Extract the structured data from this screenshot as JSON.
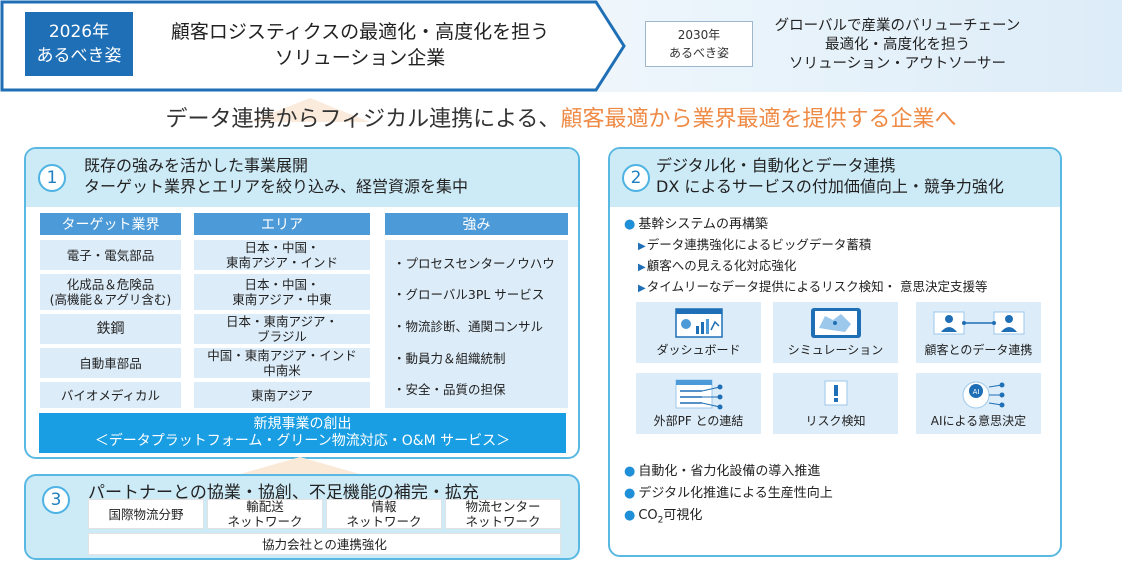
{
  "header": {
    "year_badge_line1": "2026年",
    "year_badge_line2": "あるべき姿",
    "title_line1": "顧客ロジスティクスの最適化・高度化を担う",
    "title_line2": "ソリューション企業",
    "badge2030_line1": "2030年",
    "badge2030_line2": "あるべき姿",
    "vision_line1": "グローバルで産業のバリューチェーン",
    "vision_line2": "最適化・高度化を担う",
    "vision_line3": "ソリューション・アウトソーサー"
  },
  "slogan": {
    "prefix": "データ連携からフィジカル連携による、",
    "accent": "顧客最適から業界最適を提供する企業へ"
  },
  "panel1": {
    "number": "1",
    "title_line1": "既存の強みを活かした事業展開",
    "title_line2": "ターゲット業界とエリアを絞り込み、経営資源を集中",
    "headers": {
      "industry": "ターゲット業界",
      "area": "エリア",
      "strength": "強み"
    },
    "industries": [
      {
        "line1": "電子・電気部品",
        "line2": ""
      },
      {
        "line1": "化成品＆危険品",
        "line2": "(高機能＆アグリ含む)"
      },
      {
        "line1": "鉄鋼",
        "line2": ""
      },
      {
        "line1": "自動車部品",
        "line2": ""
      },
      {
        "line1": "バイオメディカル",
        "line2": ""
      }
    ],
    "areas": [
      {
        "line1": "日本・中国・",
        "line2": "東南アジア・インド"
      },
      {
        "line1": "日本・中国・",
        "line2": "東南アジア・中東"
      },
      {
        "line1": "日本・東南アジア・",
        "line2": "ブラジル"
      },
      {
        "line1": "中国・東南アジア・インド",
        "line2": "中南米"
      },
      {
        "line1": "東南アジア",
        "line2": ""
      }
    ],
    "strengths": [
      "・プロセスセンターノウハウ",
      "・グローバル3PL サービス",
      "・物流診断、通関コンサル",
      "・動員力＆組織統制",
      "・安全・品質の担保"
    ],
    "new_business_line1": "新規事業の創出",
    "new_business_line2": "＜データプラットフォーム・グリーン物流対応・O&M サービス＞"
  },
  "panel3": {
    "number": "3",
    "title": "パートナーとの協業・協創、不足機能の補完・拡充",
    "cells": [
      {
        "line1": "国際物流分野",
        "line2": ""
      },
      {
        "line1": "輸配送",
        "line2": "ネットワーク"
      },
      {
        "line1": "情報",
        "line2": "ネットワーク"
      },
      {
        "line1": "物流センター",
        "line2": "ネットワーク"
      }
    ],
    "bottom": "協力会社との連携強化"
  },
  "panel2": {
    "number": "2",
    "title_line1": "デジタル化・自動化とデータ連携",
    "title_line2": "DX によるサービスの付加価値向上・競争力強化",
    "main_bullet": "基幹システムの再構築",
    "sub_bullets": [
      "データ連携強化によるビッグデータ蓄積",
      "顧客への見える化対応強化",
      "タイムリーなデータ提供によるリスク検知・ 意思決定支援等"
    ],
    "tiles": [
      {
        "label": "ダッシュボード",
        "icon": "dashboard-icon"
      },
      {
        "label": "シミュレーション",
        "icon": "simulation-map-icon"
      },
      {
        "label": "顧客とのデータ連携",
        "icon": "customer-link-icon"
      },
      {
        "label": "外部PF との連結",
        "icon": "external-platform-icon"
      },
      {
        "label": "リスク検知",
        "icon": "risk-alert-icon"
      },
      {
        "label": "AIによる意思決定",
        "icon": "ai-decision-icon"
      }
    ],
    "bottom_bullets": [
      "自動化・省力化設備の導入推進",
      "デジタル化推進による生産性向上"
    ],
    "co2_prefix": "CO",
    "co2_sub": "2",
    "co2_suffix": "可視化"
  },
  "colors": {
    "primary_blue": "#1f6fb6",
    "accent_orange": "#ef8a45",
    "panel_border": "#5ab9e3",
    "cell_bg": "#dcecf8",
    "new_business_bg": "#1a9ee3"
  }
}
